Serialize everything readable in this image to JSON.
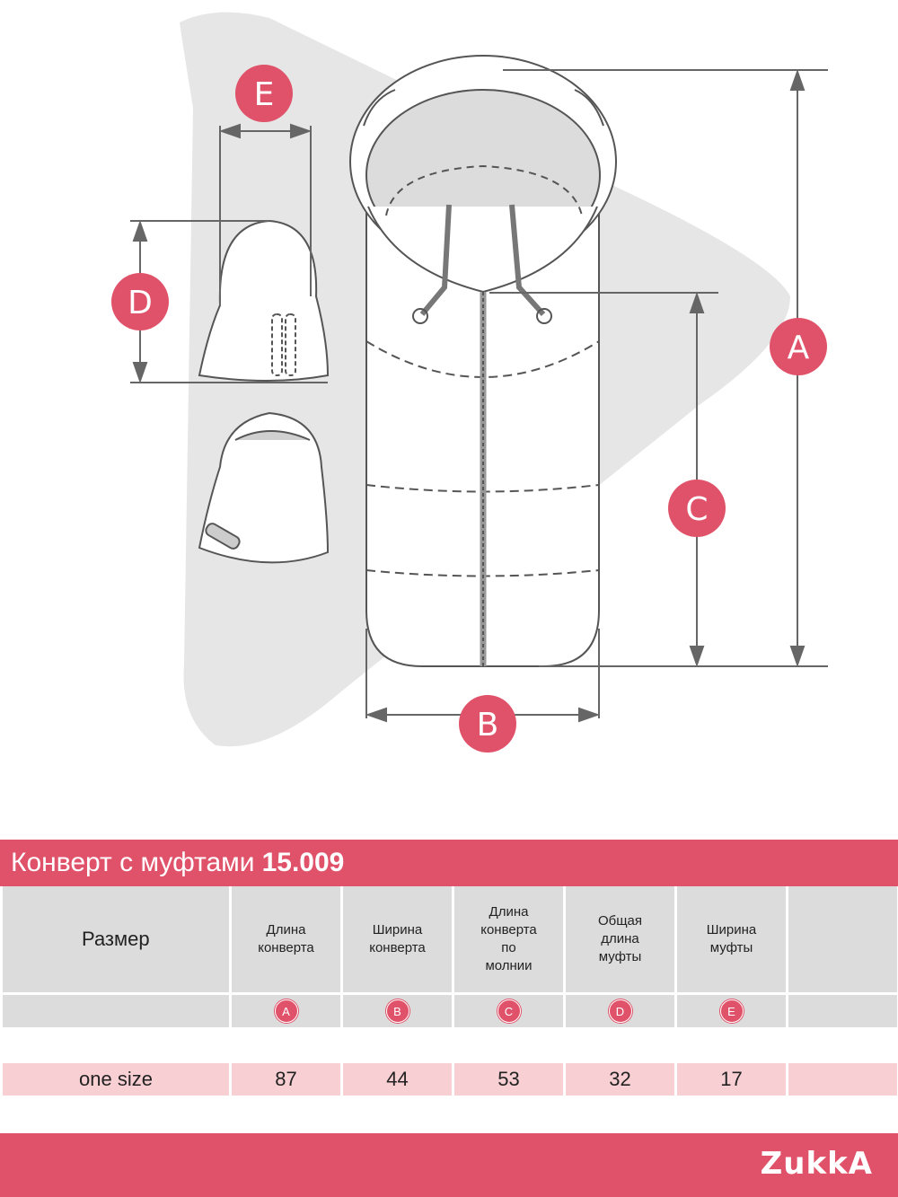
{
  "diagram": {
    "badges": {
      "a": "A",
      "b": "B",
      "c": "C",
      "d": "D",
      "e": "E"
    }
  },
  "title": {
    "text": "Конверт с муфтами",
    "code": "15.009"
  },
  "table": {
    "size_header": "Размер",
    "columns": [
      {
        "label_lines": [
          "Длина",
          "конверта"
        ],
        "badge": "A"
      },
      {
        "label_lines": [
          "Ширина",
          "конверта"
        ],
        "badge": "B"
      },
      {
        "label_lines": [
          "Длина",
          "конверта",
          "по",
          "молнии"
        ],
        "badge": "C"
      },
      {
        "label_lines": [
          "Общая",
          "длина",
          "муфты"
        ],
        "badge": "D"
      },
      {
        "label_lines": [
          "Ширина",
          "муфты"
        ],
        "badge": "E"
      }
    ],
    "row": {
      "size": "one size",
      "values": [
        "87",
        "44",
        "53",
        "32",
        "17"
      ]
    }
  },
  "brand": "ZukkA",
  "colors": {
    "accent": "#e0526a",
    "row_fill": "#f8cfd3",
    "header_fill": "#dcdcdc"
  }
}
